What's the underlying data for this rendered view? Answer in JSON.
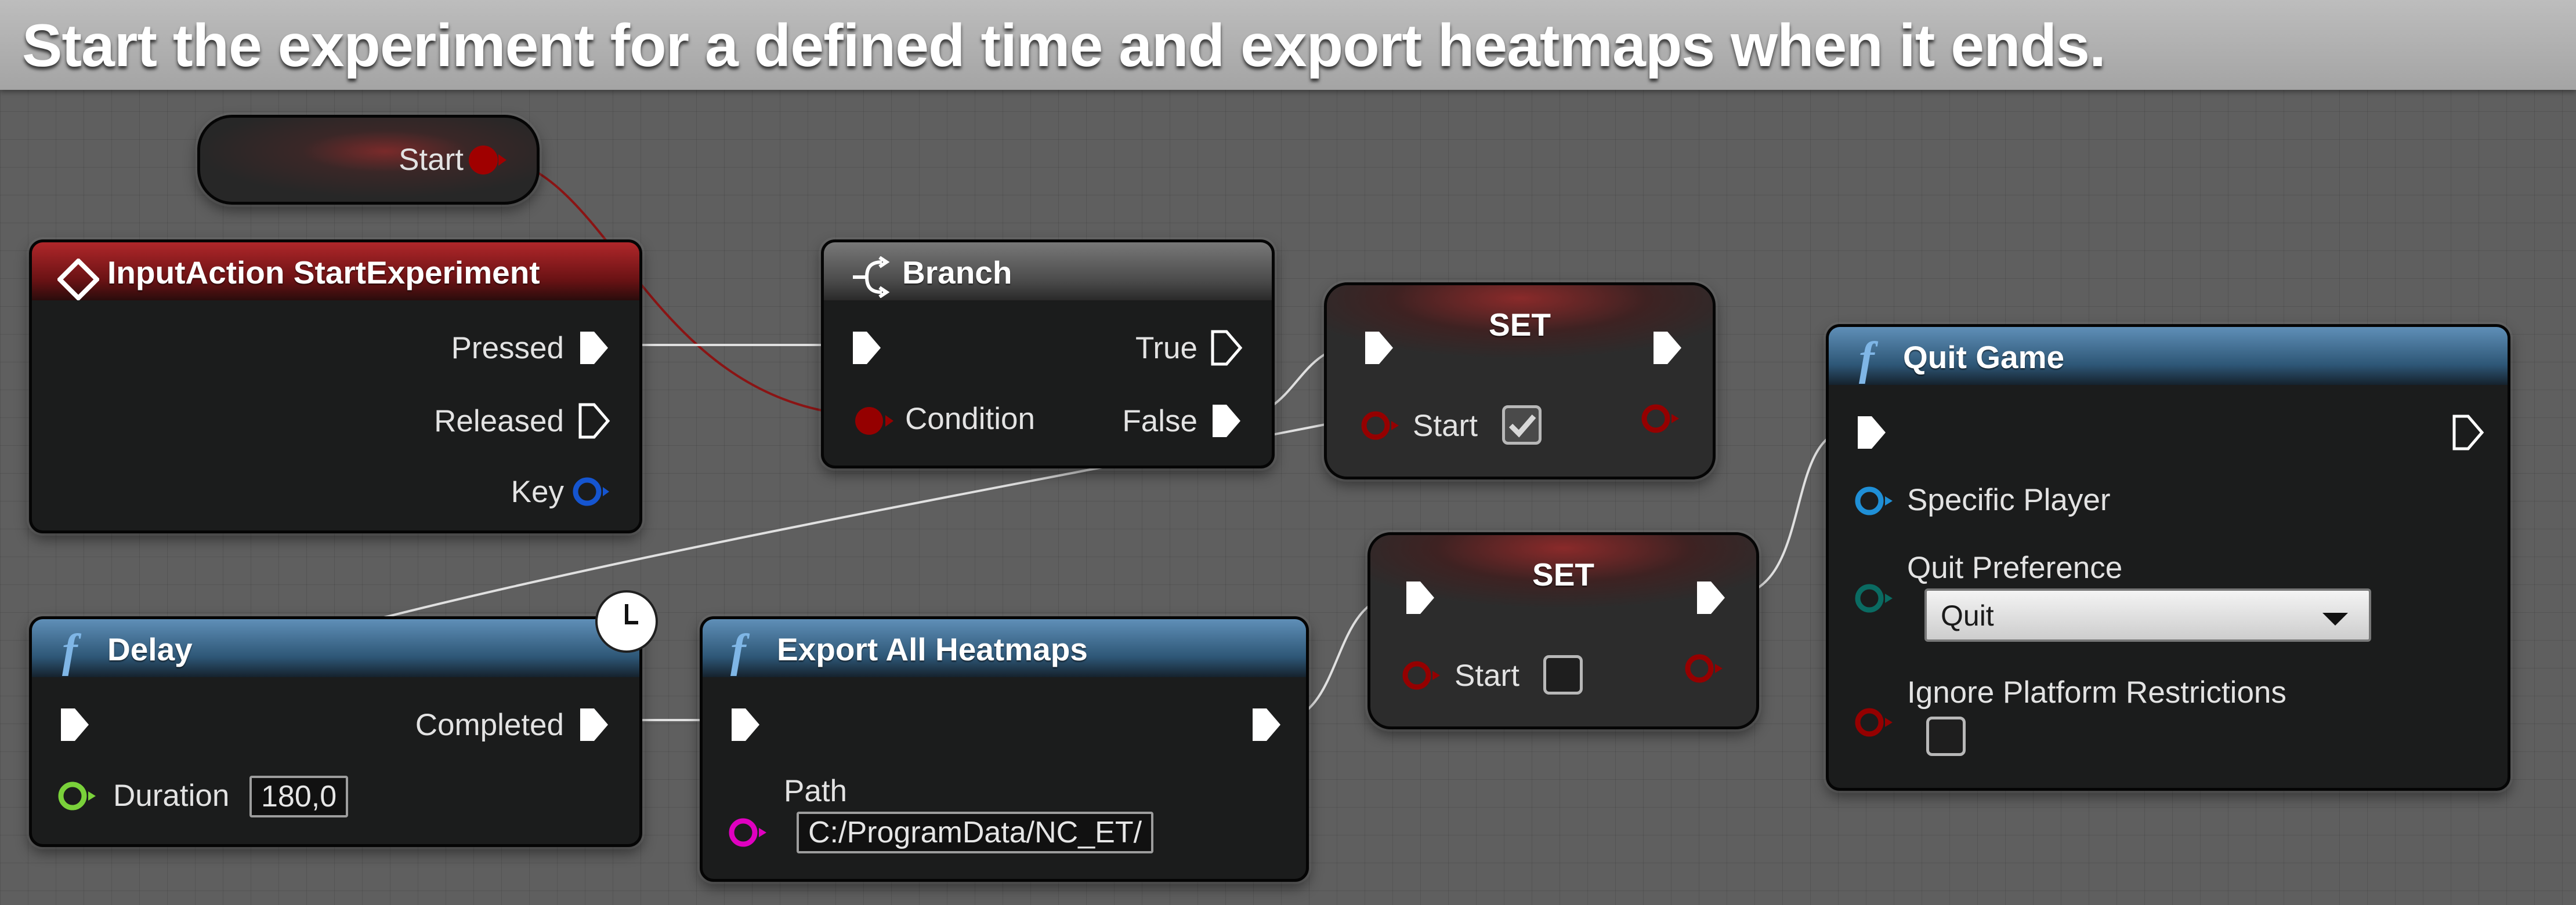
{
  "banner": {
    "title": "Start the experiment for a defined time and export heatmaps when it ends."
  },
  "nodes": {
    "start_getter": {
      "label": "Start",
      "pin_color": "#a00000"
    },
    "input_action": {
      "title": "InputAction StartExperiment",
      "pins": {
        "pressed": "Pressed",
        "released": "Released",
        "key": "Key"
      },
      "icon": "diamond-event-icon",
      "header_color": "#8f1d1f"
    },
    "branch": {
      "title": "Branch",
      "pins": {
        "condition": "Condition",
        "true": "True",
        "false": "False"
      },
      "icon": "branch-icon"
    },
    "set_true": {
      "title": "SET",
      "var_label": "Start",
      "checked": true
    },
    "set_false": {
      "title": "SET",
      "var_label": "Start",
      "checked": false
    },
    "quit_game": {
      "title": "Quit Game",
      "pins": {
        "specific_player": "Specific Player",
        "quit_preference": "Quit Preference",
        "ignore_platform": "Ignore Platform Restrictions"
      },
      "quit_preference_value": "Quit",
      "ignore_platform_checked": false,
      "icon": "function-icon"
    },
    "delay": {
      "title": "Delay",
      "pins": {
        "completed": "Completed",
        "duration": "Duration"
      },
      "duration_value": "180,0",
      "icon": "function-icon",
      "latent_icon": "clock-icon"
    },
    "export_heatmaps": {
      "title": "Export All Heatmaps",
      "pins": {
        "path": "Path"
      },
      "path_value": "C:/ProgramData/NC_ET/",
      "icon": "function-icon"
    }
  },
  "colors": {
    "exec_wire": "#e8e8e8",
    "bool_pin": "#950000",
    "object_pin": "#1f8fd6",
    "struct_pin_key": "#1555d0",
    "float_pin": "#7ad13a",
    "string_pin": "#e000c0",
    "byte_pin": "#0a6b62",
    "function_header": "#2e5777",
    "event_header": "#8f1d1f"
  }
}
